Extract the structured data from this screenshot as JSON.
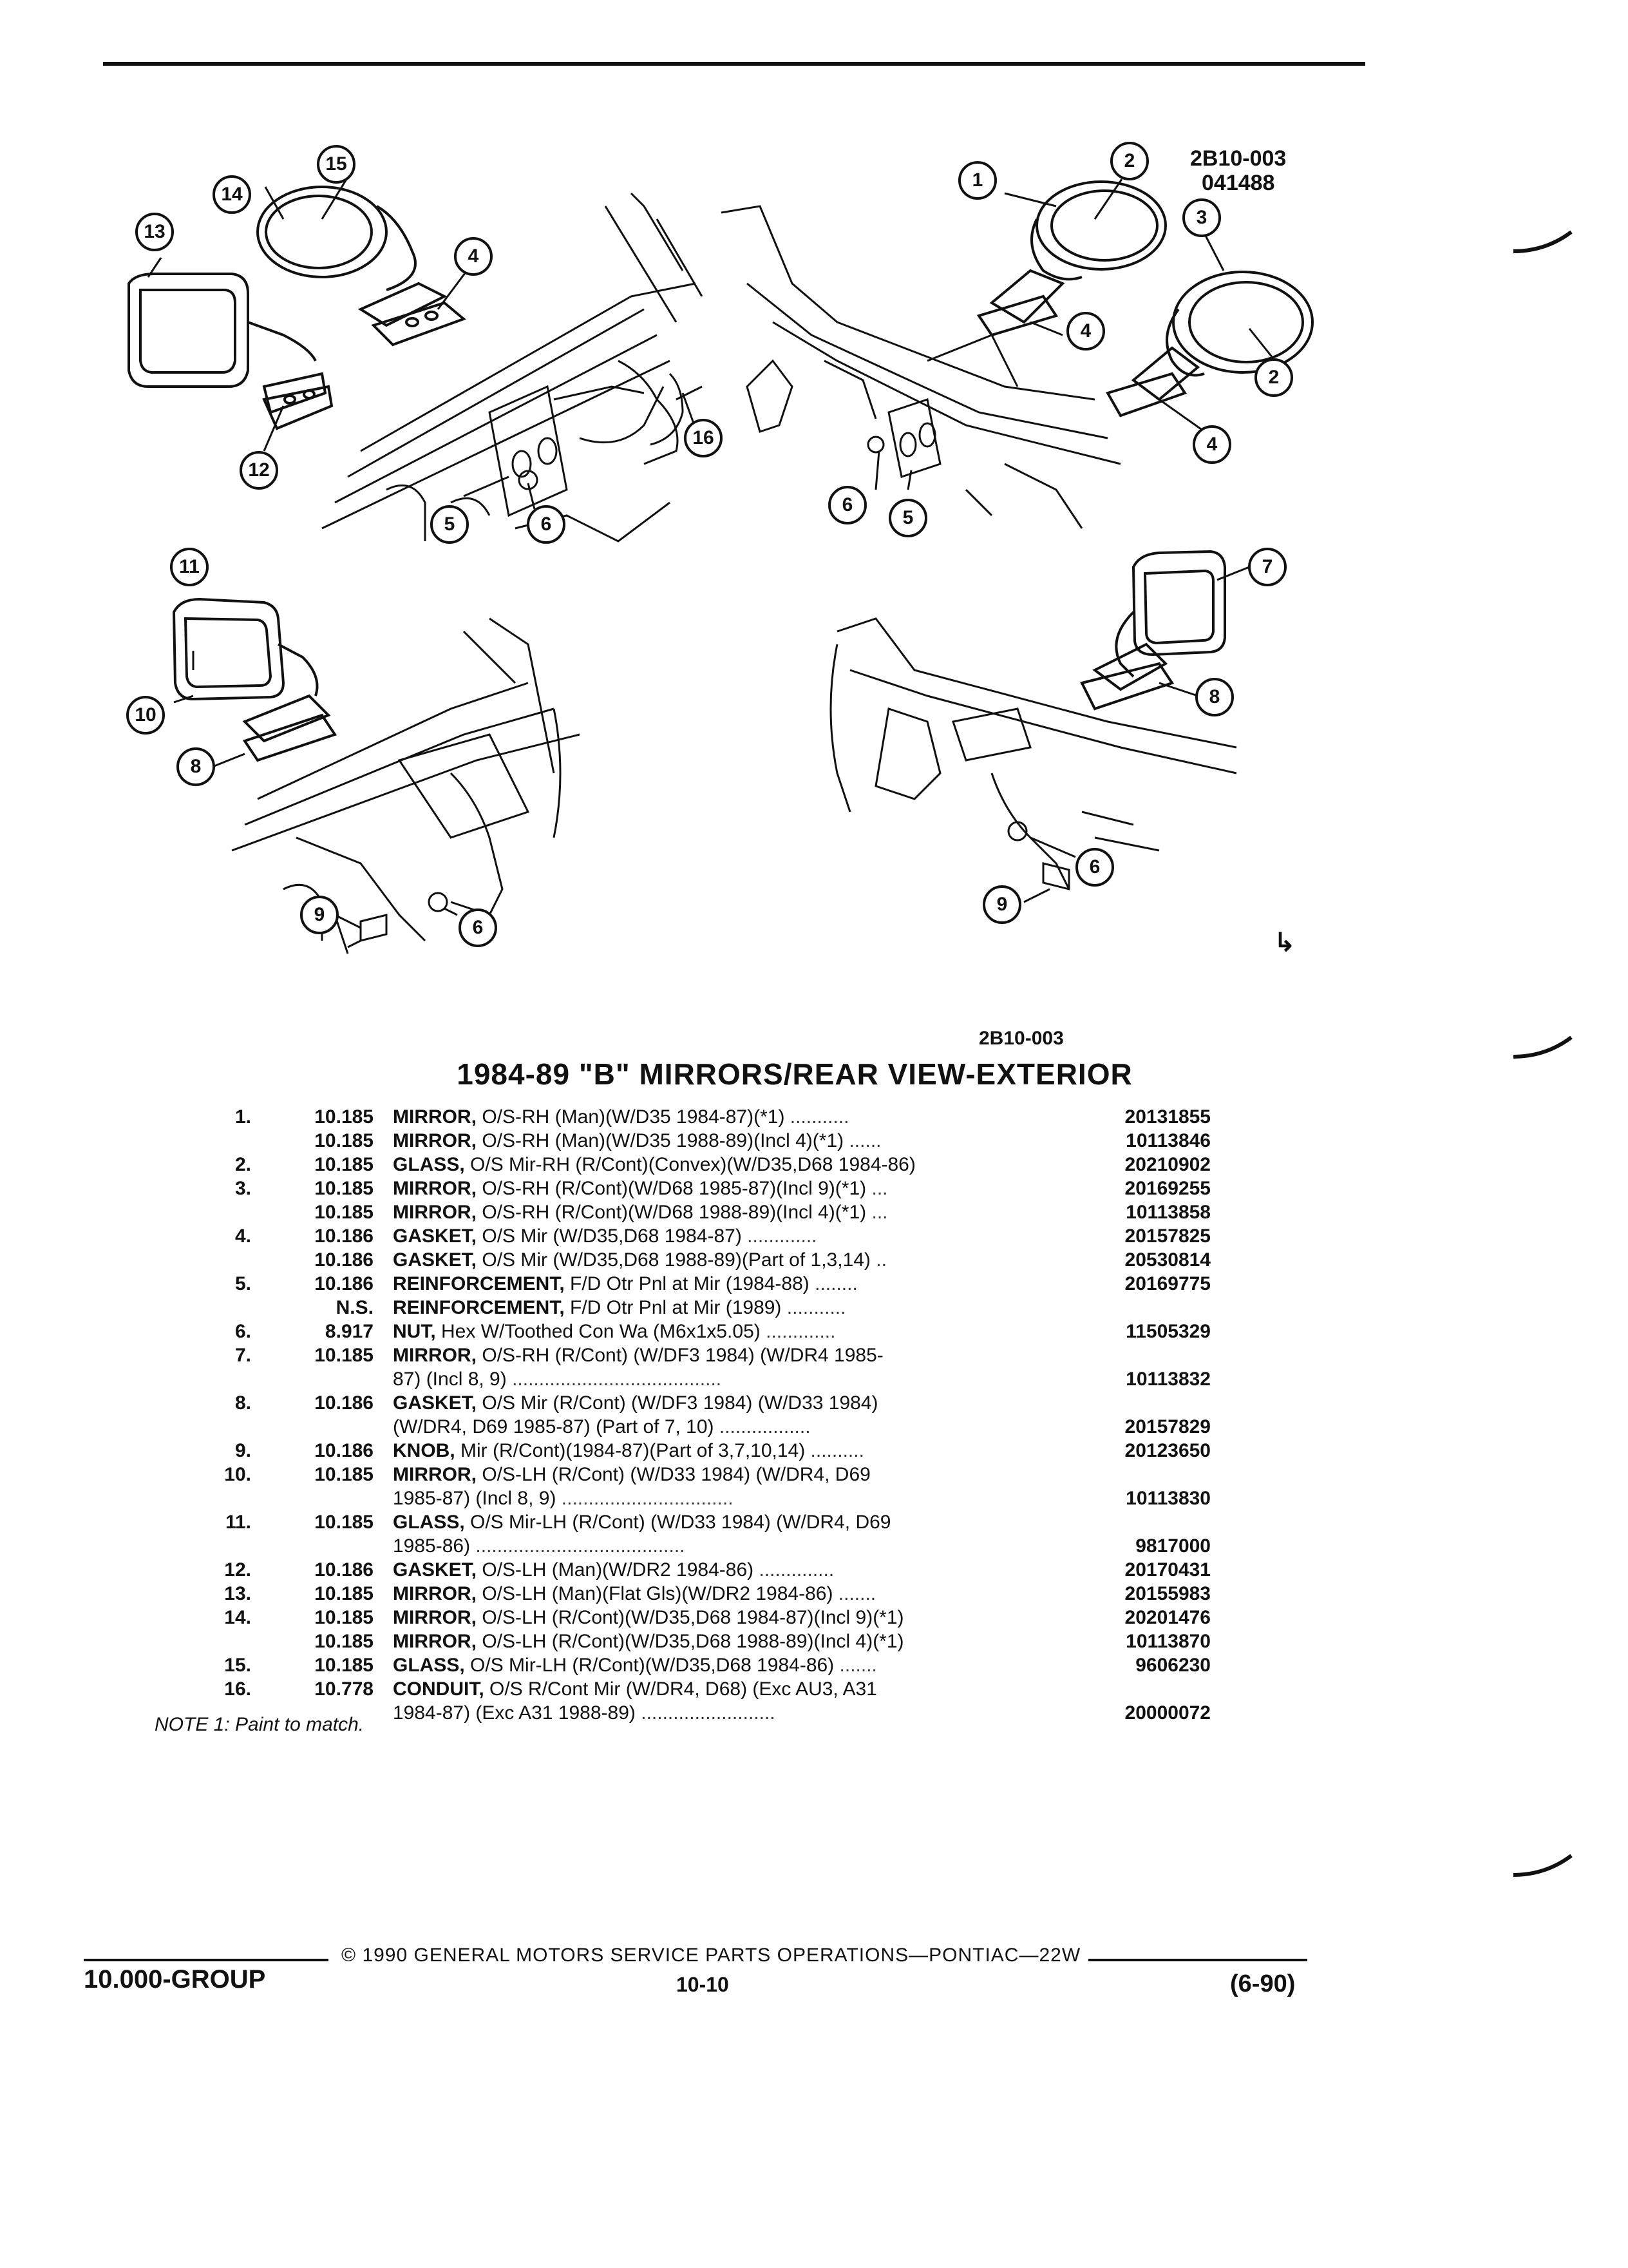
{
  "figure": {
    "code": "2B10-003",
    "date_code": "041488",
    "bottom_code": "2B10-003",
    "callouts": [
      "1",
      "2",
      "3",
      "4",
      "5",
      "6",
      "7",
      "8",
      "9",
      "10",
      "11",
      "12",
      "13",
      "14",
      "15",
      "16"
    ]
  },
  "section_title": "1984-89 \"B\" MIRRORS/REAR VIEW-EXTERIOR",
  "parts": [
    {
      "item": "1.",
      "group": "10.185",
      "name": "MIRROR,",
      "desc": " O/S-RH (Man)(W/D35 1984-87)(*1)",
      "dots": " ...........",
      "pn": "20131855"
    },
    {
      "item": "",
      "group": "10.185",
      "name": "MIRROR,",
      "desc": " O/S-RH (Man)(W/D35 1988-89)(Incl 4)(*1)",
      "dots": " ......",
      "pn": "10113846"
    },
    {
      "item": "2.",
      "group": "10.185",
      "name": "GLASS,",
      "desc": " O/S Mir-RH (R/Cont)(Convex)(W/D35,D68 1984-86)",
      "dots": "",
      "pn": "20210902"
    },
    {
      "item": "3.",
      "group": "10.185",
      "name": "MIRROR,",
      "desc": " O/S-RH (R/Cont)(W/D68 1985-87)(Incl 9)(*1)",
      "dots": " ...",
      "pn": "20169255"
    },
    {
      "item": "",
      "group": "10.185",
      "name": "MIRROR,",
      "desc": " O/S-RH (R/Cont)(W/D68 1988-89)(Incl 4)(*1)",
      "dots": " ...",
      "pn": "10113858"
    },
    {
      "item": "4.",
      "group": "10.186",
      "name": "GASKET,",
      "desc": " O/S Mir (W/D35,D68 1984-87)",
      "dots": " .............",
      "pn": "20157825"
    },
    {
      "item": "",
      "group": "10.186",
      "name": "GASKET,",
      "desc": " O/S Mir (W/D35,D68 1988-89)(Part of 1,3,14)",
      "dots": " ..",
      "pn": "20530814"
    },
    {
      "item": "5.",
      "group": "10.186",
      "name": "REINFORCEMENT,",
      "desc": " F/D Otr Pnl at Mir (1984-88)",
      "dots": " ........",
      "pn": "20169775"
    },
    {
      "item": "",
      "group": "N.S.",
      "name": "REINFORCEMENT,",
      "desc": " F/D Otr Pnl at Mir (1989)",
      "dots": " ...........",
      "pn": ""
    },
    {
      "item": "6.",
      "group": "8.917",
      "name": "NUT,",
      "desc": " Hex W/Toothed Con Wa (M6x1x5.05)",
      "dots": " .............",
      "pn": "11505329"
    },
    {
      "item": "7.",
      "group": "10.185",
      "name": "MIRROR,",
      "desc": " O/S-RH (R/Cont) (W/DF3 1984) (W/DR4 1985-",
      "dots": "",
      "pn": ""
    },
    {
      "item": "",
      "group": "",
      "name": "",
      "desc": "87) (Incl 8, 9)",
      "dots": " .......................................",
      "pn": "10113832"
    },
    {
      "item": "8.",
      "group": "10.186",
      "name": "GASKET,",
      "desc": " O/S Mir (R/Cont) (W/DF3 1984) (W/D33 1984)",
      "dots": "",
      "pn": ""
    },
    {
      "item": "",
      "group": "",
      "name": "",
      "desc": "(W/DR4, D69 1985-87) (Part of 7, 10)",
      "dots": " .................",
      "pn": "20157829"
    },
    {
      "item": "9.",
      "group": "10.186",
      "name": "KNOB,",
      "desc": " Mir (R/Cont)(1984-87)(Part of 3,7,10,14)",
      "dots": " ..........",
      "pn": "20123650"
    },
    {
      "item": "10.",
      "group": "10.185",
      "name": "MIRROR,",
      "desc": " O/S-LH (R/Cont) (W/D33 1984) (W/DR4, D69",
      "dots": "",
      "pn": ""
    },
    {
      "item": "",
      "group": "",
      "name": "",
      "desc": "1985-87) (Incl 8, 9)",
      "dots": " ................................",
      "pn": "10113830"
    },
    {
      "item": "11.",
      "group": "10.185",
      "name": "GLASS,",
      "desc": " O/S Mir-LH (R/Cont) (W/D33 1984) (W/DR4, D69",
      "dots": "",
      "pn": ""
    },
    {
      "item": "",
      "group": "",
      "name": "",
      "desc": "1985-86)",
      "dots": " .......................................",
      "pn": "9817000"
    },
    {
      "item": "12.",
      "group": "10.186",
      "name": "GASKET,",
      "desc": " O/S-LH (Man)(W/DR2 1984-86)",
      "dots": " ..............",
      "pn": "20170431"
    },
    {
      "item": "13.",
      "group": "10.185",
      "name": "MIRROR,",
      "desc": " O/S-LH (Man)(Flat Gls)(W/DR2 1984-86)",
      "dots": " .......",
      "pn": "20155983"
    },
    {
      "item": "14.",
      "group": "10.185",
      "name": "MIRROR,",
      "desc": " O/S-LH (R/Cont)(W/D35,D68 1984-87)(Incl 9)(*1)",
      "dots": "",
      "pn": "20201476"
    },
    {
      "item": "",
      "group": "10.185",
      "name": "MIRROR,",
      "desc": " O/S-LH (R/Cont)(W/D35,D68 1988-89)(Incl 4)(*1)",
      "dots": "",
      "pn": "10113870"
    },
    {
      "item": "15.",
      "group": "10.185",
      "name": "GLASS,",
      "desc": " O/S Mir-LH (R/Cont)(W/D35,D68 1984-86)",
      "dots": " .......",
      "pn": "9606230"
    },
    {
      "item": "16.",
      "group": "10.778",
      "name": "CONDUIT,",
      "desc": " O/S R/Cont Mir (W/DR4, D68) (Exc AU3, A31",
      "dots": "",
      "pn": ""
    },
    {
      "item": "",
      "group": "",
      "name": "",
      "desc": "1984-87) (Exc A31 1988-89)",
      "dots": " .........................",
      "pn": "20000072"
    }
  ],
  "note": "NOTE 1: Paint to match.",
  "footer": {
    "copyright": "© 1990 GENERAL MOTORS SERVICE PARTS OPERATIONS—PONTIAC—22W",
    "group": "10.000-GROUP",
    "page": "10-10",
    "date": "(6-90)"
  }
}
